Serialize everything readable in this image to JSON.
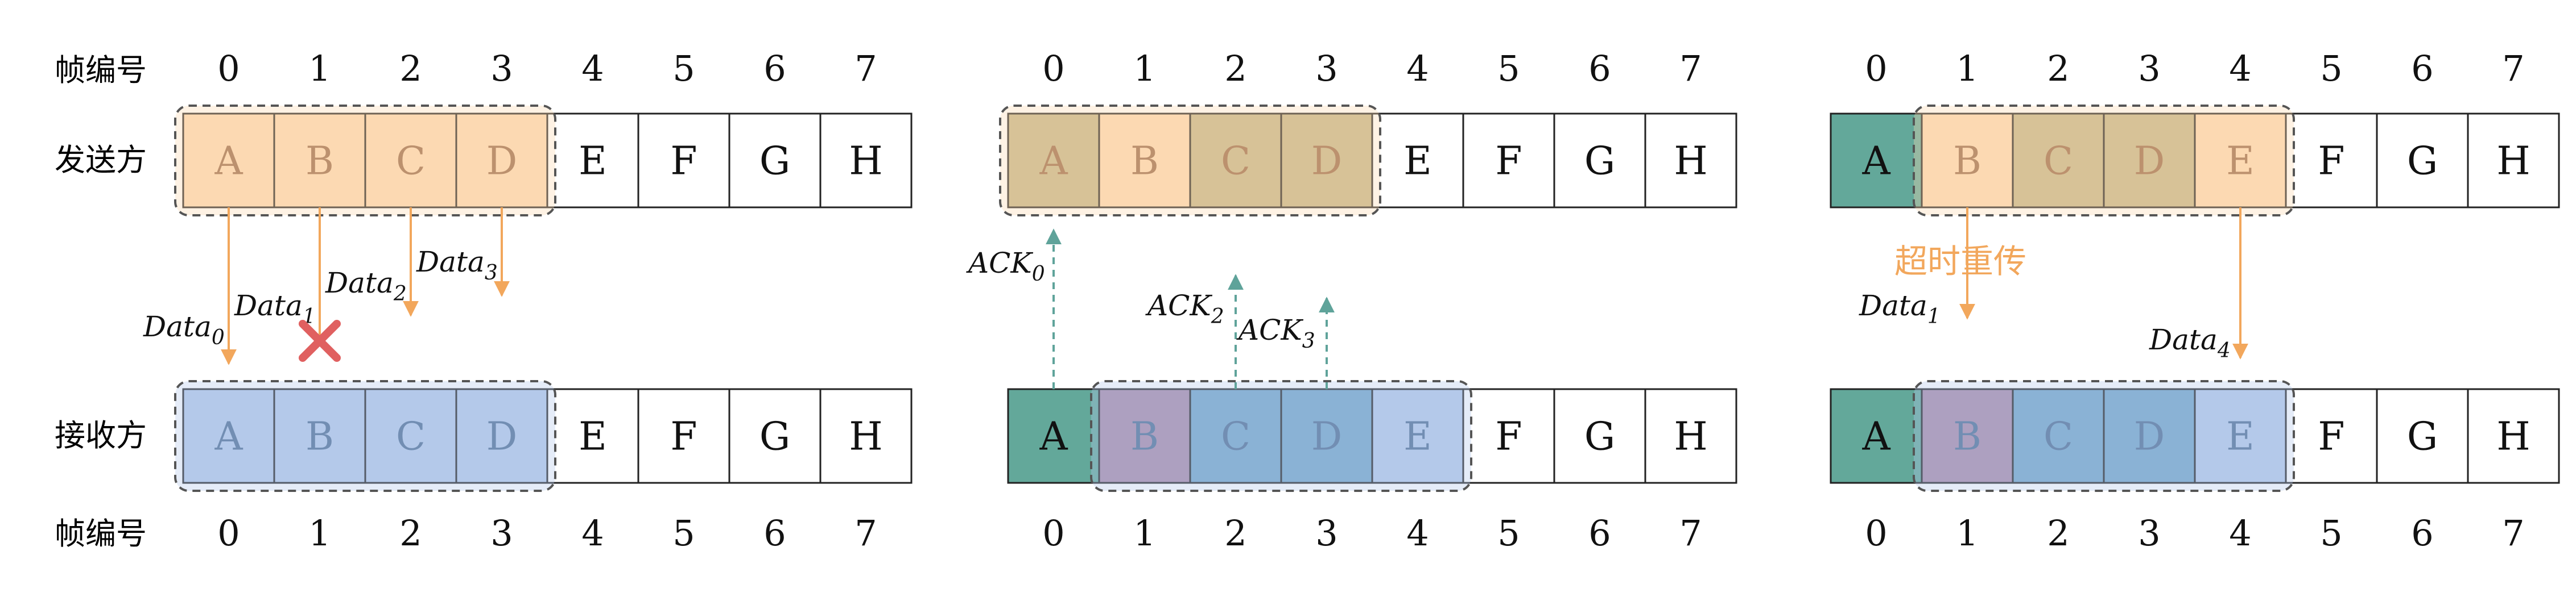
{
  "labels": {
    "frame_number": "帧编号",
    "sender": "发送方",
    "receiver": "接收方",
    "timeout_retransmit": "超时重传"
  },
  "frame_numbers": [
    "0",
    "1",
    "2",
    "3",
    "4",
    "5",
    "6",
    "7"
  ],
  "frames": [
    "A",
    "B",
    "C",
    "D",
    "E",
    "F",
    "G",
    "H"
  ],
  "colors": {
    "sender_window_fill": "#fcd9b3",
    "sender_window_border": "#e0a070",
    "receiver_window_fill": "#b4c9ea",
    "receiver_window_border": "#5f6f8f",
    "acked": "#c3b589",
    "delivered": "#63a89a",
    "buffered": "#74a7c9",
    "out_of_order": "#a98aa9",
    "data_arrow": "#f2a75c",
    "ack_arrow": "#5fa39a",
    "lost_mark": "#e06060",
    "window_text_sender": "#9a6b4a",
    "window_text_receiver": "#4f6f95",
    "timeout_text": "#f2a75c"
  },
  "panels": [
    {
      "id": "panel-1",
      "sender_cells": [
        "window",
        "window",
        "window",
        "window",
        "plain",
        "plain",
        "plain",
        "plain"
      ],
      "receiver_cells": [
        "rwindow",
        "rwindow",
        "rwindow",
        "rwindow",
        "plain",
        "plain",
        "plain",
        "plain"
      ],
      "arrows": [
        {
          "kind": "data",
          "label": "Data",
          "sub": "0",
          "frame": 0
        },
        {
          "kind": "data-lost",
          "label": "Data",
          "sub": "1",
          "frame": 1
        },
        {
          "kind": "data",
          "label": "Data",
          "sub": "2",
          "frame": 2
        },
        {
          "kind": "data",
          "label": "Data",
          "sub": "3",
          "frame": 3
        }
      ]
    },
    {
      "id": "panel-2",
      "sender_cells": [
        "acked",
        "window",
        "acked",
        "acked",
        "plain",
        "plain",
        "plain",
        "plain"
      ],
      "receiver_cells": [
        "delivered",
        "outoforder",
        "buffered",
        "buffered",
        "rwindow",
        "plain",
        "plain",
        "plain"
      ],
      "arrows": [
        {
          "kind": "ack",
          "label": "ACK",
          "sub": "0",
          "frame": 0
        },
        {
          "kind": "ack",
          "label": "ACK",
          "sub": "2",
          "frame": 2
        },
        {
          "kind": "ack",
          "label": "ACK",
          "sub": "3",
          "frame": 3
        }
      ]
    },
    {
      "id": "panel-3",
      "sender_cells": [
        "delivered",
        "window",
        "acked",
        "acked",
        "window",
        "plain",
        "plain",
        "plain"
      ],
      "receiver_cells": [
        "delivered",
        "outoforder",
        "buffered",
        "buffered",
        "rwindow",
        "plain",
        "plain",
        "plain"
      ],
      "arrows": [
        {
          "kind": "data",
          "label": "Data",
          "sub": "1",
          "frame": 1
        },
        {
          "kind": "data",
          "label": "Data",
          "sub": "4",
          "frame": 4
        }
      ]
    }
  ]
}
